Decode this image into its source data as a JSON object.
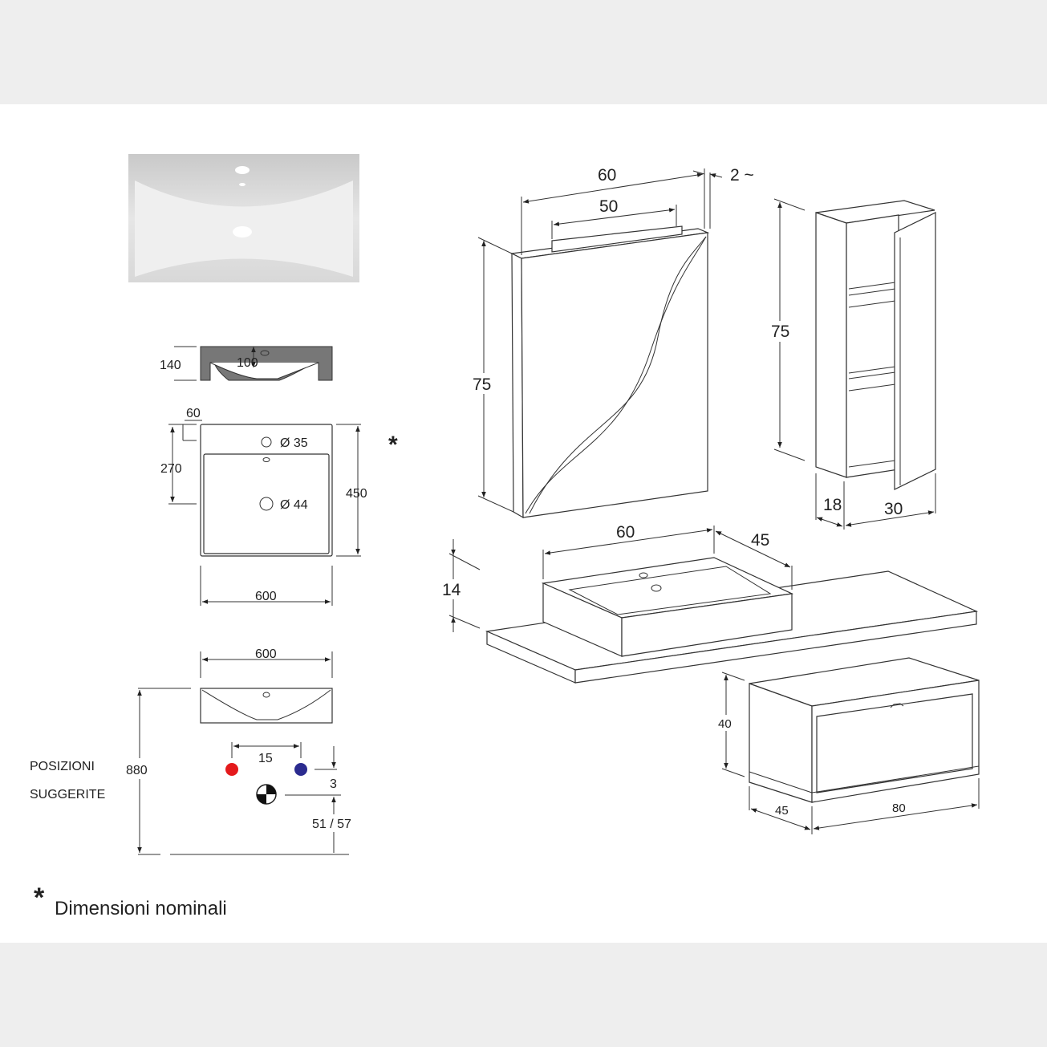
{
  "sink_top_view": {
    "depth_label": "140",
    "bowl_depth_label": "100",
    "tap_offset_label": "60",
    "drain_offset_label": "270",
    "length_label": "450",
    "width_label": "600",
    "tap_hole_label": "Ø 35",
    "drain_hole_label": "Ø 44",
    "nominal_marker": "*"
  },
  "installation": {
    "width_label": "600",
    "height_label": "880",
    "spacing_label": "15",
    "offset_label": "3",
    "drain_height_label": "51 / 57",
    "suggested_positions_line1": "POSIZIONI",
    "suggested_positions_line2": "SUGGERITE",
    "hot_color": "#e41a1c",
    "cold_color": "#2b2b8f"
  },
  "mirror": {
    "width_label": "60",
    "light_width_label": "50",
    "height_label": "75",
    "depth_label": "2 ~"
  },
  "column_cabinet": {
    "height_label": "75",
    "depth_label": "18",
    "width_label": "30"
  },
  "countertop_basin": {
    "width_label": "60",
    "depth_label": "45",
    "height_label": "14"
  },
  "drawer_unit": {
    "height_label": "40",
    "depth_label": "45",
    "width_label": "80"
  },
  "footnote": {
    "marker": "*",
    "text": "Dimensioni nominali"
  }
}
